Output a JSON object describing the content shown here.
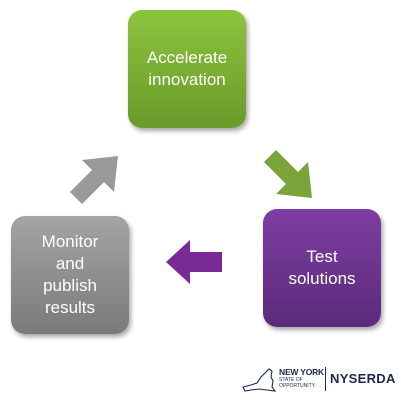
{
  "cycle": {
    "steps": [
      {
        "lines": [
          "Accelerate",
          "innovation"
        ],
        "color_top": "#8cc43e",
        "color_bottom": "#6a9a2a"
      },
      {
        "lines": [
          "Test",
          "solutions"
        ],
        "color_top": "#7d3ea2",
        "color_bottom": "#5b2a7a"
      },
      {
        "lines": [
          "Monitor",
          "and",
          "publish",
          "results"
        ],
        "color_top": "#a4a4a4",
        "color_bottom": "#7a7a7a"
      }
    ],
    "arrows": [
      {
        "name": "arrow-to-test",
        "color": "#7aa33a"
      },
      {
        "name": "arrow-to-monitor",
        "color": "#7a2a95"
      },
      {
        "name": "arrow-to-accelerate",
        "color": "#9a9a9a"
      }
    ]
  },
  "logo": {
    "state_name": "NEW YORK",
    "state_tagline": "STATE OF OPPORTUNITY.",
    "org_name": "NYSERDA",
    "color": "#1b2a4a"
  }
}
